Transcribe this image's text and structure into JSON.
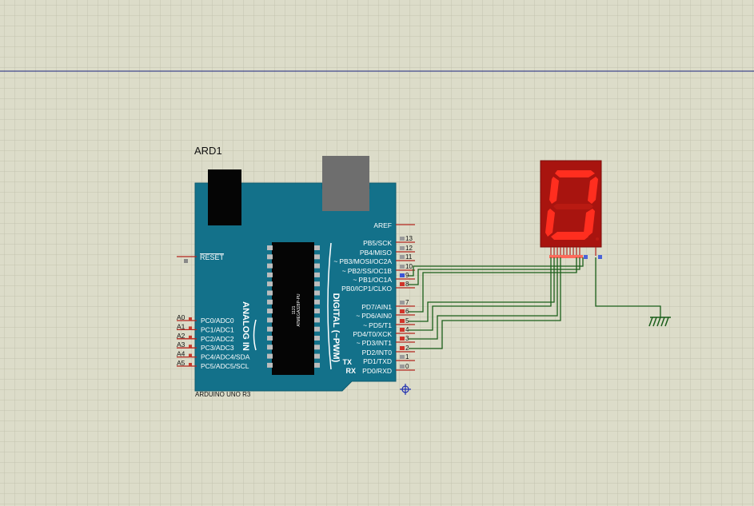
{
  "schematic": {
    "colors": {
      "background": "#dcdcc9",
      "grid": "#c3c3b0",
      "board": "#13718a",
      "wire": "#1a5e1a",
      "pin": "#b3261e",
      "display_bg": "#a8140f",
      "segment": "#ff2e1f",
      "blue_line": "#1a237e"
    },
    "board": {
      "ref": "ARD1",
      "name": "ARDUINO UNO R3",
      "chip_label": "ATMEGA328P-PU",
      "chip_code": "1121",
      "analog_header": "ANALOG IN",
      "digital_header": "DIGITAL (~PWM)",
      "reset_label": "RESET",
      "aref_label": "AREF",
      "tx_label": "TX",
      "rx_label": "RX",
      "analog_pins": [
        {
          "name": "A0",
          "label": "PC0/ADC0"
        },
        {
          "name": "A1",
          "label": "PC1/ADC1"
        },
        {
          "name": "A2",
          "label": "PC2/ADC2"
        },
        {
          "name": "A3",
          "label": "PC3/ADC3"
        },
        {
          "name": "A4",
          "label": "PC4/ADC4/SDA"
        },
        {
          "name": "A5",
          "label": "PC5/ADC5/SCL"
        }
      ],
      "digital_pins": [
        {
          "num": "13",
          "label": "PB5/SCK",
          "pwm": false
        },
        {
          "num": "12",
          "label": "PB4/MISO",
          "pwm": false
        },
        {
          "num": "11",
          "label": "PB3/MOSI/OC2A",
          "pwm": true
        },
        {
          "num": "10",
          "label": "PB2/SS/OC1B",
          "pwm": true
        },
        {
          "num": "9",
          "label": "PB1/OC1A",
          "pwm": true
        },
        {
          "num": "8",
          "label": "PB0/ICP1/CLKO",
          "pwm": false
        },
        {
          "num": "7",
          "label": "PD7/AIN1",
          "pwm": false
        },
        {
          "num": "6",
          "label": "PD6/AIN0",
          "pwm": true
        },
        {
          "num": "5",
          "label": "PD5/T1",
          "pwm": true
        },
        {
          "num": "4",
          "label": "PD4/T0/XCK",
          "pwm": false
        },
        {
          "num": "3",
          "label": "PD3/INT1",
          "pwm": true
        },
        {
          "num": "2",
          "label": "PD2/INT0",
          "pwm": false
        },
        {
          "num": "1",
          "label": "PD1/TXD",
          "pwm": false
        },
        {
          "num": "0",
          "label": "PD0/RXD",
          "pwm": false
        }
      ]
    },
    "display": {
      "digit_shown": "0"
    }
  }
}
